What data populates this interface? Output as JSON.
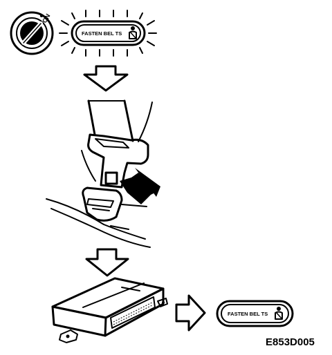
{
  "ignition": {
    "key_position_label": "ON"
  },
  "warning_indicator_top": {
    "label": "FASTEN BEL TS",
    "state": "flashing"
  },
  "warning_indicator_bottom": {
    "label": "FASTEN BEL TS",
    "state": "off"
  },
  "figure_code": "E853D005"
}
